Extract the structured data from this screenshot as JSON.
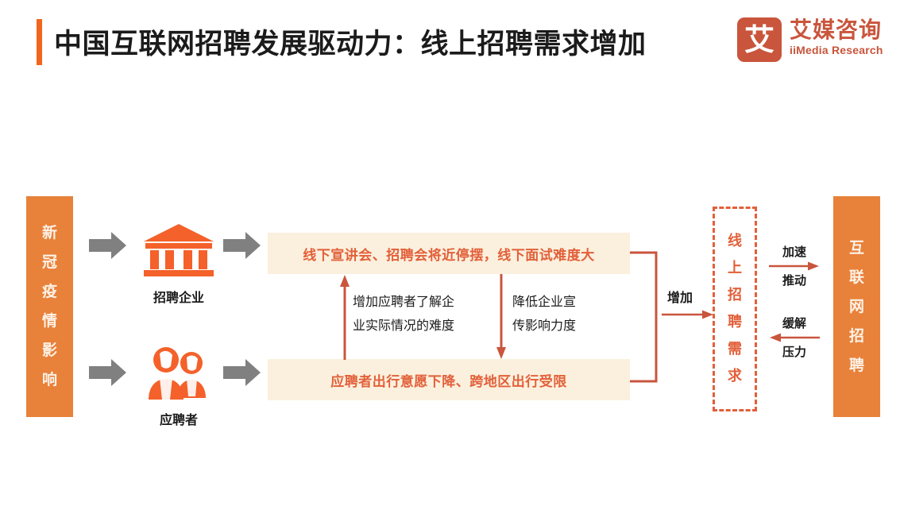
{
  "header": {
    "title": "中国互联网招聘发展驱动力：线上招聘需求增加",
    "accent_color": "#F2651F",
    "logo": {
      "mark_glyph": "艾",
      "cn_name": "艾媒咨询",
      "en_name": "iiMedia Research",
      "color": "#C9553C"
    }
  },
  "diagram": {
    "left_pillar": {
      "text": "新冠疫情影响",
      "chars": [
        "新",
        "冠",
        "疫",
        "情",
        "影",
        "响"
      ],
      "color": "#E8813A"
    },
    "right_pillar": {
      "text": "互联网招聘",
      "chars": [
        "互",
        "联",
        "网",
        "招",
        "聘"
      ],
      "color": "#E8813A"
    },
    "actors": [
      {
        "icon": "bank-building-icon",
        "caption": "招聘企业"
      },
      {
        "icon": "two-people-icon",
        "caption": "应聘者"
      }
    ],
    "statements": [
      {
        "text": "线下宣讲会、招聘会将近停摆，线下面试难度大",
        "bg": "#FBF0DD",
        "color": "#E2603A"
      },
      {
        "text": "应聘者出行意愿下降、跨地区出行受限",
        "bg": "#FBF0DD",
        "color": "#E2603A"
      }
    ],
    "cross_effects": [
      {
        "direction": "up",
        "line1": "增加应聘者了解企",
        "line2": "业实际情况的难度"
      },
      {
        "direction": "down",
        "line1": "降低企业宣",
        "line2": "传影响力度"
      }
    ],
    "merge_label": "增加",
    "demand_box": {
      "text": "线上招聘需求",
      "chars": [
        "线",
        "上",
        "招",
        "聘",
        "需",
        "求"
      ],
      "border_color": "#E2603A",
      "style": "dashed"
    },
    "feedback_arrows": [
      {
        "top_label": "加速",
        "bottom_label": "推动",
        "direction": "right"
      },
      {
        "top_label": "缓解",
        "bottom_label": "压力",
        "direction": "left"
      }
    ],
    "arrow_gray": "#808080",
    "arrow_orange": "#C9553C"
  }
}
